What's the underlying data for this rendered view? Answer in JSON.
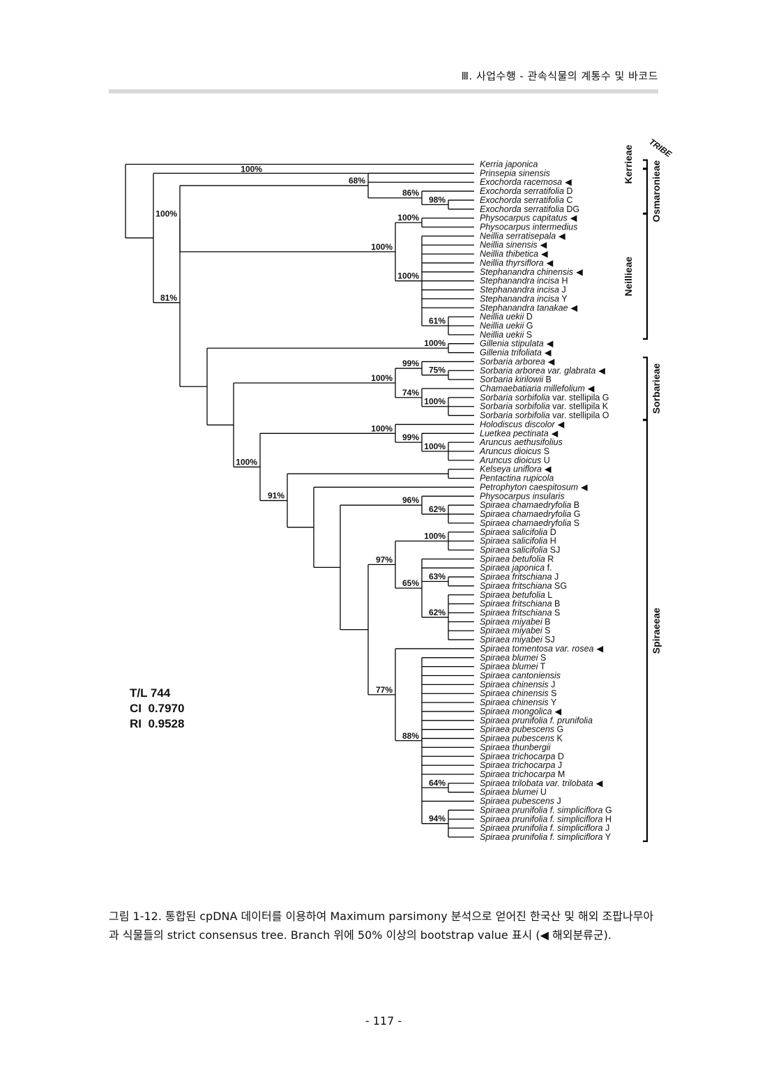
{
  "header": {
    "running_title": "Ⅲ. 사업수행 - 관속식물의 계통수 및 바코드"
  },
  "figure": {
    "tribe_heading": "TRIBE",
    "stats": {
      "tree_length": "T/L 744",
      "ci": "CI  0.7970",
      "ri": "RI  0.9528"
    },
    "taxa": [
      {
        "name": "Kerria japonica",
        "suffix": "",
        "foreign": false
      },
      {
        "name": "Prinsepia sinensis",
        "suffix": "",
        "foreign": false
      },
      {
        "name": "Exochorda racemosa",
        "suffix": "",
        "foreign": true
      },
      {
        "name": "Exochorda serratifolia",
        "suffix": "D",
        "foreign": false
      },
      {
        "name": "Exochorda serratifolia",
        "suffix": "C",
        "foreign": false
      },
      {
        "name": "Exochorda serratifolia",
        "suffix": "DG",
        "foreign": false
      },
      {
        "name": "Physocarpus capitatus",
        "suffix": "",
        "foreign": true
      },
      {
        "name": "Physocarpus intermedius",
        "suffix": "",
        "foreign": false
      },
      {
        "name": "Neillia serratisepala",
        "suffix": "",
        "foreign": true
      },
      {
        "name": "Neillia sinensis",
        "suffix": "",
        "foreign": true
      },
      {
        "name": "Neillia thibetica",
        "suffix": "",
        "foreign": true
      },
      {
        "name": "Neillia thyrsiflora",
        "suffix": "",
        "foreign": true
      },
      {
        "name": "Stephanandra chinensis",
        "suffix": "",
        "foreign": true
      },
      {
        "name": "Stephanandra incisa",
        "suffix": "H",
        "foreign": false
      },
      {
        "name": "Stephanandra incisa",
        "suffix": "J",
        "foreign": false
      },
      {
        "name": "Stephanandra incisa",
        "suffix": "Y",
        "foreign": false
      },
      {
        "name": "Stephanandra tanakae",
        "suffix": "",
        "foreign": true
      },
      {
        "name": "Neillia uekii",
        "suffix": "D",
        "foreign": false
      },
      {
        "name": "Neillia uekii",
        "suffix": "G",
        "foreign": false
      },
      {
        "name": "Neillia uekii",
        "suffix": "S",
        "foreign": false
      },
      {
        "name": "Gillenia stipulata",
        "suffix": "",
        "foreign": true
      },
      {
        "name": "Gillenia trifoliata",
        "suffix": "",
        "foreign": true
      },
      {
        "name": "Sorbaria arborea",
        "suffix": "",
        "foreign": true
      },
      {
        "name": "Sorbaria arborea var. glabrata",
        "suffix": "",
        "foreign": true
      },
      {
        "name": "Sorbaria kirilowii",
        "suffix": "B",
        "foreign": false
      },
      {
        "name": "Chamaebatiaria millefolium",
        "suffix": "",
        "foreign": true
      },
      {
        "name": "Sorbaria sorbifolia",
        "suffix": "var. stellipila G",
        "foreign": false
      },
      {
        "name": "Sorbaria sorbifolia",
        "suffix": "var. stellipila K",
        "foreign": false
      },
      {
        "name": "Sorbaria sorbifolia",
        "suffix": "var. stellipila O",
        "foreign": false
      },
      {
        "name": "Holodiscus discolor",
        "suffix": "",
        "foreign": true
      },
      {
        "name": "Luetkea pectinata",
        "suffix": "",
        "foreign": true
      },
      {
        "name": "Aruncus aethusifolius",
        "suffix": "",
        "foreign": false
      },
      {
        "name": "Aruncus dioicus",
        "suffix": "S",
        "foreign": false
      },
      {
        "name": "Aruncus dioicus",
        "suffix": "U",
        "foreign": false
      },
      {
        "name": "Kelseya uniflora",
        "suffix": "",
        "foreign": true
      },
      {
        "name": "Pentactina rupicola",
        "suffix": "",
        "foreign": false
      },
      {
        "name": "Petrophyton caespitosum",
        "suffix": "",
        "foreign": true
      },
      {
        "name": "Physocarpus insularis",
        "suffix": "",
        "foreign": false
      },
      {
        "name": "Spiraea chamaedryfolia",
        "suffix": "B",
        "foreign": false
      },
      {
        "name": "Spiraea chamaedryfolia",
        "suffix": "G",
        "foreign": false
      },
      {
        "name": "Spiraea chamaedryfolia",
        "suffix": "S",
        "foreign": false
      },
      {
        "name": "Spiraea salicifolia",
        "suffix": "D",
        "foreign": false
      },
      {
        "name": "Spiraea salicifolia",
        "suffix": "H",
        "foreign": false
      },
      {
        "name": "Spiraea salicifolia",
        "suffix": "SJ",
        "foreign": false
      },
      {
        "name": "Spiraea betufolia",
        "suffix": "R",
        "foreign": false
      },
      {
        "name": "Spiraea japonica",
        "suffix": "f.",
        "foreign": false
      },
      {
        "name": "Spiraea fritschiana",
        "suffix": "J",
        "foreign": false
      },
      {
        "name": "Spiraea fritschiana",
        "suffix": "SG",
        "foreign": false
      },
      {
        "name": "Spiraea betufolia",
        "suffix": "L",
        "foreign": false
      },
      {
        "name": "Spiraea fritschiana",
        "suffix": "B",
        "foreign": false
      },
      {
        "name": "Spiraea fritschiana",
        "suffix": "S",
        "foreign": false
      },
      {
        "name": "Spiraea miyabei",
        "suffix": "B",
        "foreign": false
      },
      {
        "name": "Spiraea miyabei",
        "suffix": "S",
        "foreign": false
      },
      {
        "name": "Spiraea miyabei",
        "suffix": "SJ",
        "foreign": false
      },
      {
        "name": "Spiraea tomentosa var. rosea",
        "suffix": "",
        "foreign": true
      },
      {
        "name": "Spiraea blumei",
        "suffix": "S",
        "foreign": false
      },
      {
        "name": "Spiraea blumei",
        "suffix": "T",
        "foreign": false
      },
      {
        "name": "Spiraea cantoniensis",
        "suffix": "",
        "foreign": false
      },
      {
        "name": "Spiraea chinensis",
        "suffix": "J",
        "foreign": false
      },
      {
        "name": "Spiraea chinensis",
        "suffix": "S",
        "foreign": false
      },
      {
        "name": "Spiraea chinensis",
        "suffix": "Y",
        "foreign": false
      },
      {
        "name": "Spiraea mongolica",
        "suffix": "",
        "foreign": true
      },
      {
        "name": "Spiraea prunifolia f. prunifolia",
        "suffix": "",
        "foreign": false
      },
      {
        "name": "Spiraea pubescens",
        "suffix": "G",
        "foreign": false
      },
      {
        "name": "Spiraea pubescens",
        "suffix": "K",
        "foreign": false
      },
      {
        "name": "Spiraea thunbergii",
        "suffix": "",
        "foreign": false
      },
      {
        "name": "Spiraea trichocarpa",
        "suffix": "D",
        "foreign": false
      },
      {
        "name": "Spiraea trichocarpa",
        "suffix": "J",
        "foreign": false
      },
      {
        "name": "Spiraea trichocarpa",
        "suffix": "M",
        "foreign": false
      },
      {
        "name": "Spiraea trilobata var. trilobata",
        "suffix": "",
        "foreign": true
      },
      {
        "name": "Spiraea blumei",
        "suffix": "U",
        "foreign": false
      },
      {
        "name": "Spiraea pubescens",
        "suffix": "J",
        "foreign": false
      },
      {
        "name": "Spiraea prunifolia f. simpliciflora",
        "suffix": "G",
        "foreign": false
      },
      {
        "name": "Spiraea prunifolia f. simpliciflora",
        "suffix": "H",
        "foreign": false
      },
      {
        "name": "Spiraea prunifolia f. simpliciflora",
        "suffix": "J",
        "foreign": false
      },
      {
        "name": "Spiraea prunifolia f. simpliciflora",
        "suffix": "Y",
        "foreign": false
      }
    ],
    "tribes": [
      {
        "name": "Kerrieae",
        "from": 0,
        "to": 0
      },
      {
        "name": "Osmaronieae",
        "from": 1,
        "to": 5
      },
      {
        "name": "Neillieae",
        "from": 6,
        "to": 19
      },
      {
        "name": "Sorbarieae",
        "from": 22,
        "to": 28
      },
      {
        "name": "Spiraeeae",
        "from": 29,
        "to": 75
      }
    ],
    "support_labels": [
      "100%",
      "68%",
      "86%",
      "98%",
      "100%",
      "100%",
      "100%",
      "61%",
      "81%",
      "100%",
      "100%",
      "99%",
      "75%",
      "74%",
      "100%",
      "100%",
      "99%",
      "100%",
      "91%",
      "96%",
      "62%",
      "100%",
      "97%",
      "63%",
      "65%",
      "62%",
      "77%",
      "88%",
      "64%",
      "94%"
    ]
  },
  "caption": {
    "text": "그림 1-12. 통합된 cpDNA 데이터를 이용하여 Maximum parsimony 분석으로 얻어진 한국산 및 해외 조팝나무아과 식물들의 strict consensus tree. Branch 위에 50% 이상의 bootstrap value 표시 (◀ 해외분류군)."
  },
  "footer": {
    "page_number": "- 117 -"
  }
}
